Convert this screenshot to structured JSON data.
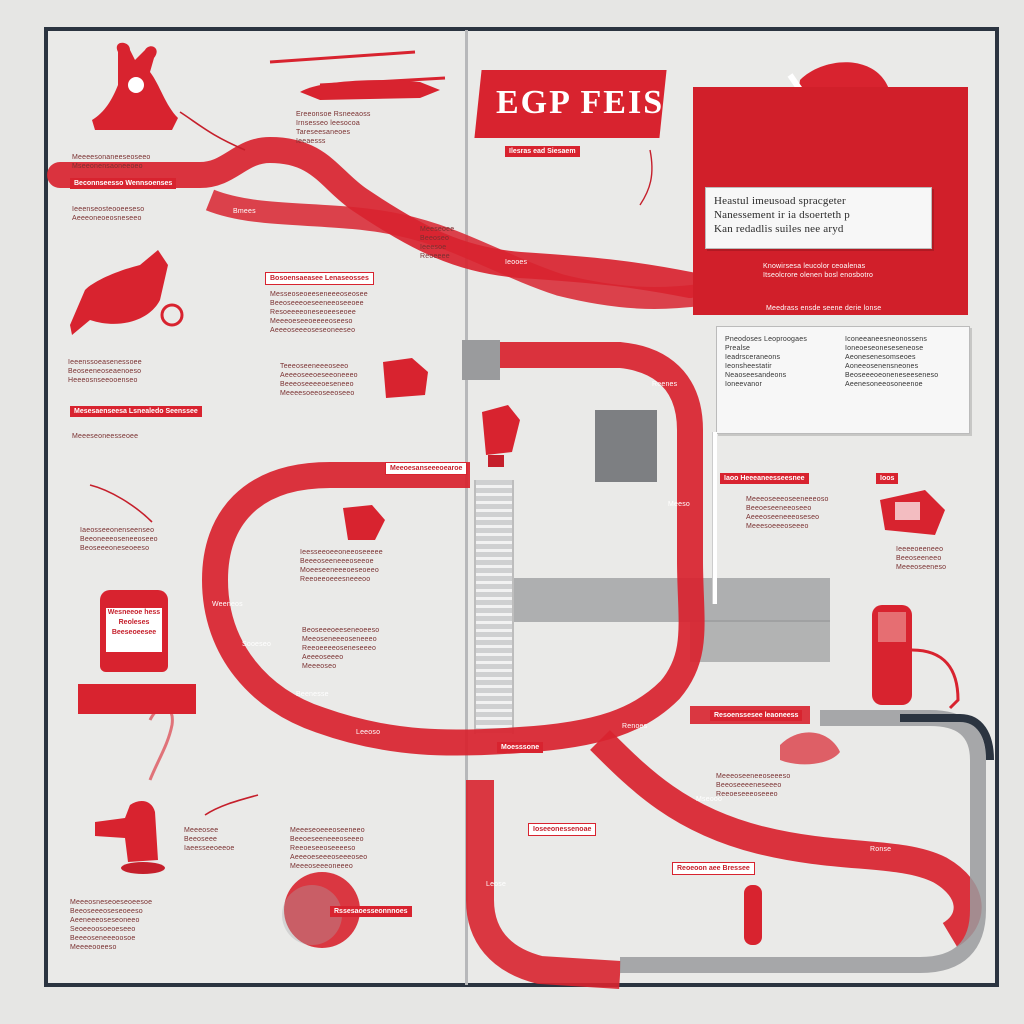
{
  "colors": {
    "accent": "#d8232f",
    "frame": "#2b3440",
    "background": "#eaeae8",
    "gray": "#9a9b9d"
  },
  "headline": {
    "text": "EGP FEIS"
  },
  "panel": {
    "title_lines": [
      "Heastul imeusoad spracgeter",
      "Nanessement ir ia dsoerteth p",
      "Kan redadlis suiles nee aryd"
    ],
    "caption_lines": [
      "Knowirsesa leucolor ceoalenas",
      "Itseolcrore olenen bosl enosbotro"
    ],
    "footnote": "Meedrass ensde seene derie lonse"
  },
  "checklist": {
    "left": [
      "Pneodoses Leoproogaes",
      "Prealse",
      "Ieadrsceraneons",
      "Ieonsheestatir",
      "Neaoseesandeons",
      "Ioneevanor"
    ],
    "right": [
      "Iconeeaneesneonossens",
      "Ioneoeseoneseseneose",
      "Aeonesenesomseoes",
      "Aoneeosenensneones",
      "Beoseeeoeoneneseeseneso",
      "Aeenesoneeosoneenoe"
    ]
  },
  "labels": {
    "top_mid": "Ilesras ead Siesaem",
    "left_1": "Beconnseesso Wennsoenses",
    "left_2": "Bosoensaeasee Lenaseosses",
    "left_3": "Mesesaenseesa Lsnealedo Seenssee",
    "center_1": "Meeoesanseeeoearoe",
    "center_2": "Moesssone",
    "center_3": "Resoenssesee leaoneess",
    "right_1": "Iaoo Heeeaneesseesnee",
    "right_2": "Ioos",
    "bottom_left": "Rssesaoesseonnnoes",
    "bottom_right": "Reoeoon aee Bressee",
    "bottom_center": "Ioseeonessenoae"
  },
  "sign": {
    "lines": [
      "Wesneeoe hess",
      "Reoleses",
      "Beeseoeesee"
    ]
  },
  "ribbon_tags": [
    "Bmees",
    "Ieooes",
    "Reenes",
    "Meeso",
    "Weeneos",
    "Sooeseo",
    "Beenesse",
    "Leeoso",
    "Renoes",
    "Mseooo",
    "Ronse",
    "Leose"
  ],
  "text_blocks": {
    "heli": [
      "Ereeonsoe Rsneeaoss",
      "Irnsesseo leesocoa",
      "Tareseesaneoes",
      "Ieeaesss"
    ],
    "left_top": [
      "Meeeesonaneeseoseeo",
      "Mseeonensaoneeoeo",
      "Ieeenseosteooeeseso",
      "Aeeeoneoeosneseeo"
    ],
    "left_mid": [
      "Ieeenssoeasenessoee",
      "Beoseeneoseaenoeso",
      "Heeeosnseeooenseo",
      "Meeeseoneesseoee"
    ],
    "left_lower": [
      "Iaeosseeonenseenseo",
      "Beeoneeeoseneeoseeo",
      "Beoseeeoneseoeeso"
    ],
    "left_bottom": [
      "Meeeosneseoeseoeesoe",
      "Beeoseeeoseseoeeso",
      "Aeeneeeoseseoneeo",
      "Seoeeoosoeoeseeo",
      "Beeeoseneeeoosoe",
      "Meeeeooeeso"
    ],
    "center_top": [
      "Messeoseoeeseneeeoseosee",
      "Beeoseeeoeseeneeoseeoee",
      "Resoeeeeoneseoeeseoee",
      "Meeeoeseeoeeeeoseeso",
      "Aeeeoseeeoseseoneeseo"
    ],
    "center_mid": [
      "Teeeoseeneeeoseeo",
      "Aeeeoseeoeseeoneeeo",
      "Beeeoseeeeoeseneeo",
      "Meeeesoeeoseeoseeo"
    ],
    "center_low": [
      "Ieesseeoeeoneeoseeeee",
      "Beeeoseeneeeoseeoe",
      "Moeeseeneeeoeseoeeo",
      "Reeoeeoeeesneeeoo"
    ],
    "center_bottom": [
      "Beoseeeoeeseneoeeso",
      "Meeoseneeeoseneeeo",
      "Reeoeeeeoseneseeeo",
      "Aeeeoseeeo",
      "Meeeoseo"
    ],
    "heli_mid": [
      "Meeseoee",
      "Beeoseo",
      "Ieeesoe",
      "Reoeeee"
    ],
    "right_mid_a": [
      "Meeeoseeeoseeneeeoso",
      "Beeoeseeneeoseeo",
      "Aeeeoseeneeeoseseo",
      "Meeesoeeeoseeeo"
    ],
    "right_mid_b": [
      "Ieeeeoeeneeo",
      "Beeoseeneeo",
      "Meeeoseeneso"
    ],
    "right_low": [
      "Meeeoseeneeoseeeso",
      "Beeoseeeeneseeeo",
      "Reeoeseeeoseeeo"
    ],
    "bottom_mid": [
      "Meeeosee",
      "Beeoseee",
      "Iaeesseeoeeoe"
    ],
    "bottom_center_block": [
      "Meeeseoeeeoseeneeo",
      "Beeoeseeneeeoseeeo",
      "Reeoeseeoseeeeso",
      "Aeeeoeseeeoseeeoseo",
      "Meeeoseeeoneeeo"
    ]
  }
}
